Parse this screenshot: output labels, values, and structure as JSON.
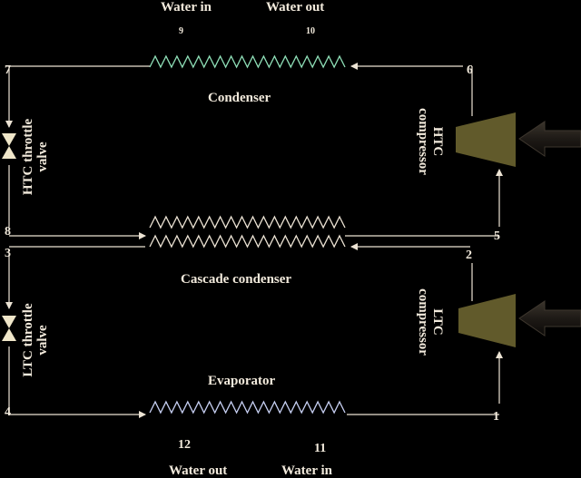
{
  "components": {
    "condenser": "Condenser",
    "cascade_condenser": "Cascade condenser",
    "evaporator": "Evaporator",
    "htc_compressor": [
      "HTC",
      "compressor"
    ],
    "ltc_compressor": [
      "LTC",
      "compressor"
    ],
    "htc_valve": [
      "HTC throttle",
      "valve"
    ],
    "ltc_valve": [
      "LTC throttle",
      "valve"
    ]
  },
  "water": {
    "condenser_in": "Water in",
    "condenser_out": "Water out",
    "evaporator_out": "Water out",
    "evaporator_in": "Water in"
  },
  "states": {
    "s1": "1",
    "s2": "2",
    "s3": "3",
    "s4": "4",
    "s5": "5",
    "s6": "6",
    "s7": "7",
    "s8": "8",
    "s9": "9",
    "s10": "10",
    "s11": "11",
    "s12": "12"
  },
  "colors": {
    "background": "#000000",
    "pipe": "#ece3d4",
    "condenser_coil": "#8fe0b8",
    "evaporator_coil": "#c7d0f3",
    "compressor": "#615a2b",
    "arrow": "#2b2620"
  }
}
